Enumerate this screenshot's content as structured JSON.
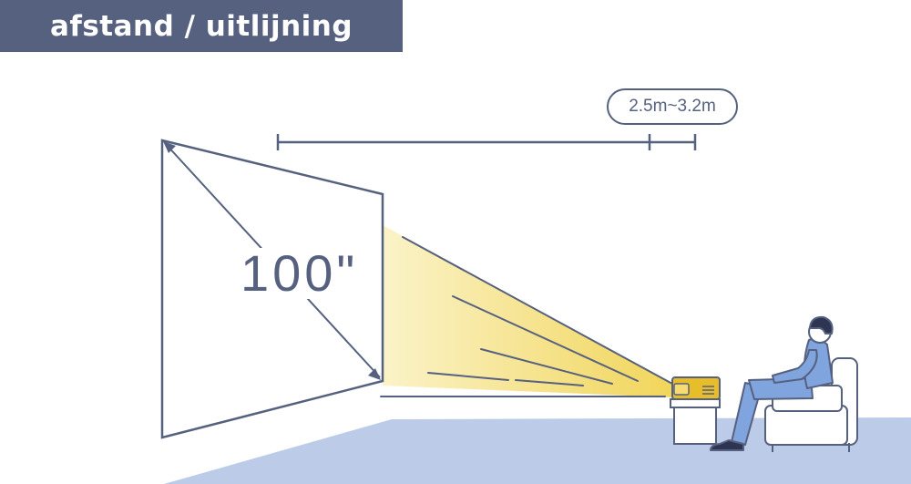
{
  "title": "afstand / uitlijning",
  "distance": "2.5m~3.2m",
  "screen_size": "100\"",
  "icons": {
    "screen": "projection-screen",
    "beam": "light-beam",
    "projector": "projector",
    "person": "seated-person",
    "chair": "armchair"
  },
  "colors": {
    "banner": "#56617f",
    "line": "#56617f",
    "beam": "#f3dc6c",
    "floor": "#bccbe8",
    "shirt": "#7fa4de",
    "projector": "#e7bd2a"
  }
}
